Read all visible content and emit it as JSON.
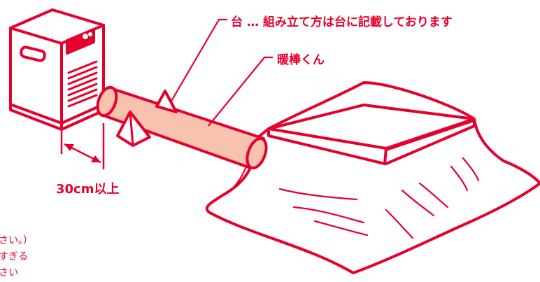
{
  "labels": {
    "stand": "台 … 組み立て方は台に記載しております",
    "tube": "暖棒くん",
    "distance": "30cm以上"
  },
  "notes": [
    "さい。）",
    "すぎる",
    "さい"
  ],
  "colors": {
    "line": "#e6002d",
    "tube_fill": "#f7c2ae",
    "background": "#ffffff"
  }
}
